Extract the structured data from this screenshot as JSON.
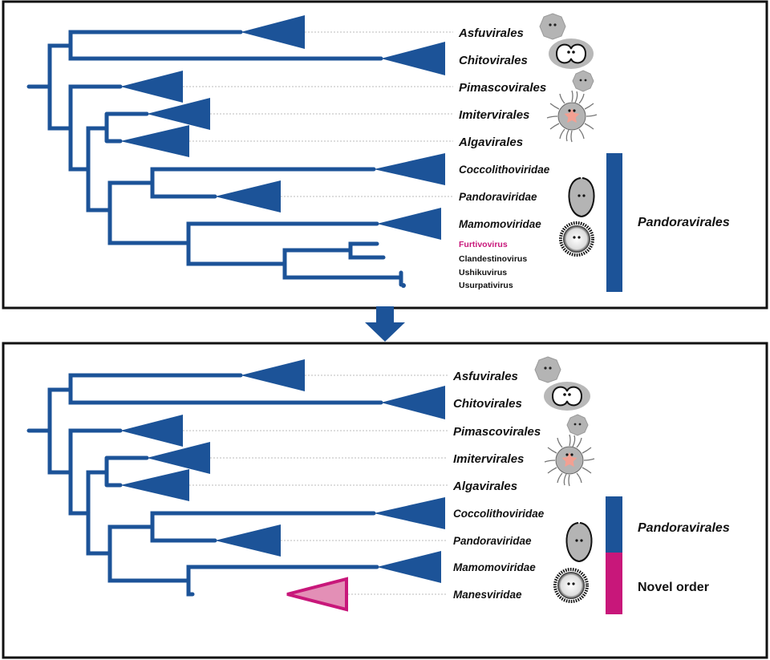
{
  "colors": {
    "tree_blue": "#1c5398",
    "pandora_bar": "#1c5398",
    "novel_magenta": "#c8177a",
    "novel_fill": "#e38fb6",
    "dotted_line": "#bbbbbb",
    "panel_border": "#111111",
    "icon_gray": "#b4b4b4"
  },
  "top_panel": {
    "clades": {
      "asfuvirales": "Asfuvirales",
      "chitovirales": "Chitovirales",
      "pimascovirales": "Pimascovirales",
      "imitervirales": "Imitervirales",
      "algavirales": "Algavirales",
      "coccolithoviridae": "Coccolithoviridae",
      "pandoraviridae": "Pandoraviridae",
      "mamomoviridae": "Mamomoviridae"
    },
    "genera": {
      "furtivovirus": "Furtivovirus",
      "clandestinovirus": "Clandestinovirus",
      "ushikuvirus": "Ushikuvirus",
      "usurpativirus": "Usurpativirus"
    },
    "order_label": "Pandoravirales"
  },
  "bottom_panel": {
    "clades": {
      "asfuvirales": "Asfuvirales",
      "chitovirales": "Chitovirales",
      "pimascovirales": "Pimascovirales",
      "imitervirales": "Imitervirales",
      "algavirales": "Algavirales",
      "coccolithoviridae": "Coccolithoviridae",
      "pandoraviridae": "Pandoraviridae",
      "mamomoviridae": "Mamomoviridae",
      "manesviridae": "Manesviridae"
    },
    "order_label": "Pandoravirales",
    "novel_label": "Novel order"
  },
  "icons": [
    "asfarvirus-particle-icon",
    "poxvirus-particle-icon",
    "mimivirus-particle-icon",
    "starfish-fibered-capsid-icon",
    "pandoravirus-amphora-icon",
    "spiky-mamonovirus-icon"
  ]
}
